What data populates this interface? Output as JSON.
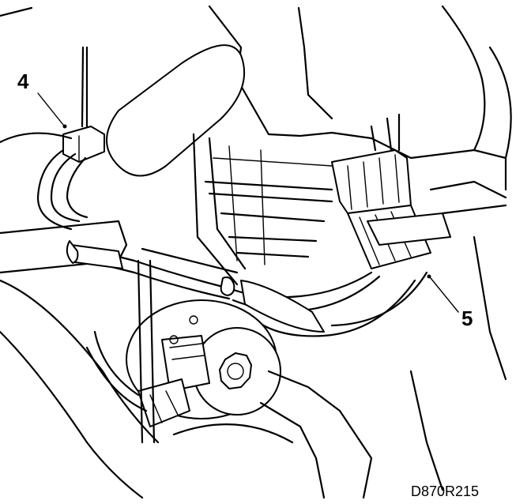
{
  "figure": {
    "callouts": [
      {
        "label": "4"
      },
      {
        "label": "5"
      }
    ],
    "reference_code": "D870R215"
  }
}
